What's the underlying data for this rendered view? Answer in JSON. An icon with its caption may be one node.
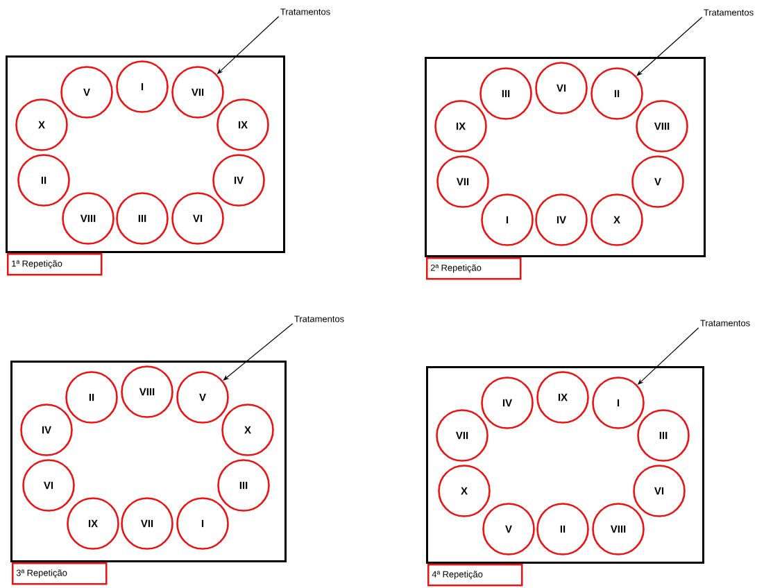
{
  "diagram": {
    "nodes": [
      {
        "text": [
          "Tratamentos"
        ]
      },
      {
        "text": [],
        "shape": "box"
      },
      {
        "text": [
          "V"
        ],
        "in": 1
      },
      {
        "text": [
          "I"
        ],
        "in": 1
      },
      {
        "text": [
          "VII"
        ],
        "in": 1
      },
      {
        "text": [
          "X"
        ],
        "in": 1
      },
      {
        "text": [
          "IX"
        ],
        "in": 1
      },
      {
        "text": [
          "II"
        ],
        "in": 1
      },
      {
        "text": [
          "IV"
        ],
        "in": 1
      },
      {
        "text": [
          "VIII"
        ],
        "in": 1
      },
      {
        "text": [
          "III"
        ],
        "in": 1
      },
      {
        "text": [
          "VI"
        ],
        "in": 1
      },
      {
        "text": [
          "1ª Repetição"
        ]
      },
      {
        "text": [
          "Tratamentos"
        ]
      },
      {
        "text": [],
        "shape": "box"
      },
      {
        "text": [
          "III"
        ],
        "in": 14
      },
      {
        "text": [
          "VI"
        ],
        "in": 14
      },
      {
        "text": [
          "II"
        ],
        "in": 14
      },
      {
        "text": [
          "IX"
        ],
        "in": 14
      },
      {
        "text": [
          "VIII"
        ],
        "in": 14
      },
      {
        "text": [
          "VII"
        ],
        "in": 14
      },
      {
        "text": [
          "V"
        ],
        "in": 14
      },
      {
        "text": [
          "I"
        ],
        "in": 14
      },
      {
        "text": [
          "IV"
        ],
        "in": 14
      },
      {
        "text": [
          "X"
        ],
        "in": 14
      },
      {
        "text": [
          "2ª Repetição"
        ]
      },
      {
        "text": [
          "Tratamentos"
        ]
      },
      {
        "text": [],
        "shape": "box"
      },
      {
        "text": [
          "II"
        ],
        "in": 27
      },
      {
        "text": [
          "VIII"
        ],
        "in": 27
      },
      {
        "text": [
          "V"
        ],
        "in": 27
      },
      {
        "text": [
          "IV"
        ],
        "in": 27
      },
      {
        "text": [
          "X"
        ],
        "in": 27
      },
      {
        "text": [
          "VI"
        ],
        "in": 27
      },
      {
        "text": [
          "III"
        ],
        "in": 27
      },
      {
        "text": [
          "IX"
        ],
        "in": 27
      },
      {
        "text": [
          "VII"
        ],
        "in": 27
      },
      {
        "text": [
          "I"
        ],
        "in": 27
      },
      {
        "text": [
          "3ª Repetição"
        ]
      },
      {
        "text": [
          "Tratamentos"
        ]
      },
      {
        "text": [],
        "shape": "box"
      },
      {
        "text": [
          "IV"
        ],
        "in": 40
      },
      {
        "text": [
          "IX"
        ],
        "in": 40
      },
      {
        "text": [
          "I"
        ],
        "in": 40
      },
      {
        "text": [
          "VII"
        ],
        "in": 40
      },
      {
        "text": [
          "III"
        ],
        "in": 40
      },
      {
        "text": [
          "X"
        ],
        "in": 40
      },
      {
        "text": [
          "VI"
        ],
        "in": 40
      },
      {
        "text": [
          "V"
        ],
        "in": 40
      },
      {
        "text": [
          "II"
        ],
        "in": 40
      },
      {
        "text": [
          "VIII"
        ],
        "in": 40
      },
      {
        "text": [
          "4ª Repetição"
        ]
      }
    ],
    "edges": [
      {
        "from": 0,
        "to": 4,
        "arrow": "to"
      },
      {
        "from": 13,
        "to": 17,
        "arrow": "to"
      },
      {
        "from": 26,
        "to": 30,
        "arrow": "to"
      },
      {
        "from": 39,
        "to": 43,
        "arrow": "to"
      }
    ]
  }
}
